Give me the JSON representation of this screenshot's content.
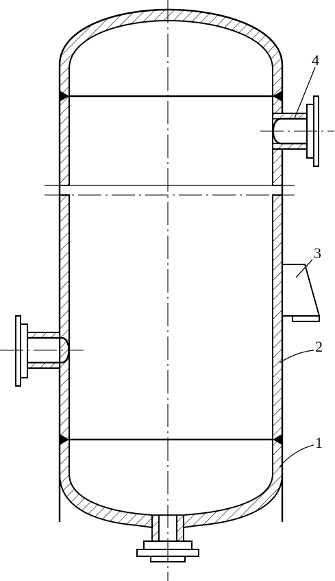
{
  "labels": {
    "l1": "1",
    "l2": "2",
    "l3": "3",
    "l4": "4"
  },
  "colors": {
    "line": "#000000",
    "background": "#ffffff"
  }
}
